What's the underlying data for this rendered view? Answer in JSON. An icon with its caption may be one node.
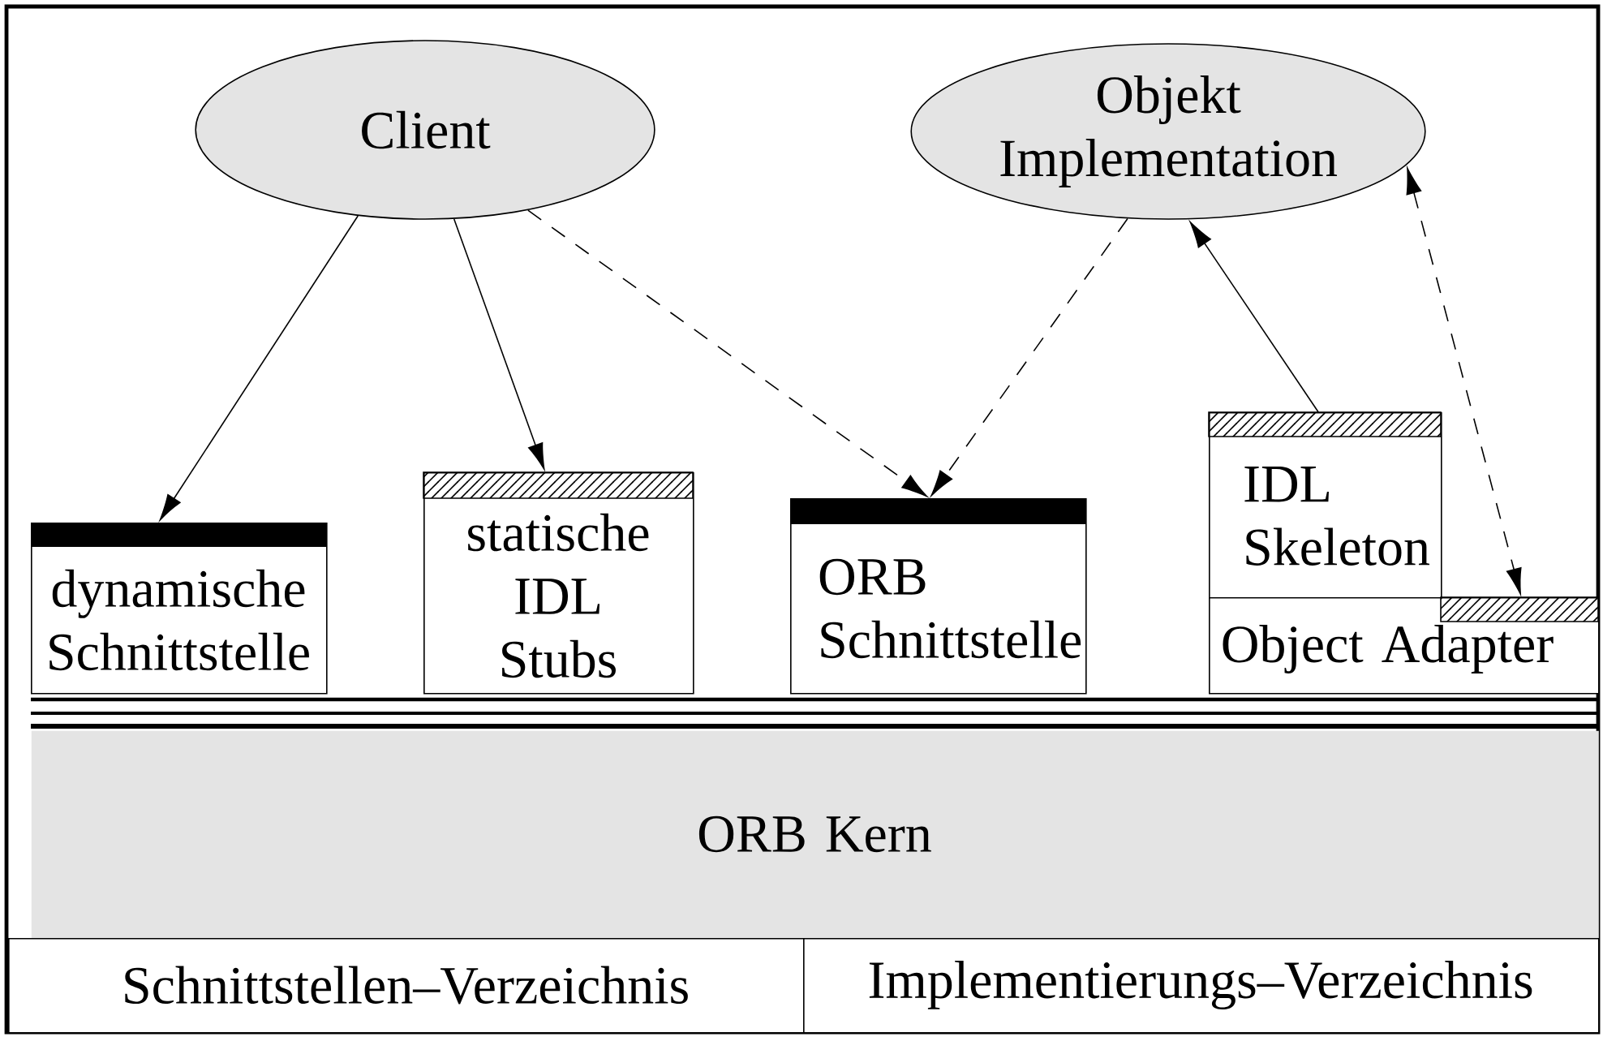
{
  "diagram": {
    "nodes": [
      {
        "text": [
          "Client"
        ]
      },
      {
        "text": [
          "Objekt Implementation"
        ]
      },
      {
        "text": [
          "dynamische Schnittstelle"
        ]
      },
      {
        "text": [
          "statische IDL Stubs"
        ]
      },
      {
        "text": [
          "ORB Schnittstelle"
        ]
      },
      {
        "text": [
          "IDL Skeleton"
        ]
      },
      {
        "text": [
          "Object Adapter"
        ]
      },
      {
        "text": [
          "ORB Kern"
        ]
      },
      {
        "text": [
          "Schnittstellen–Verzeichnis"
        ]
      },
      {
        "text": [
          "Implementierungs–Verzeichnis"
        ]
      }
    ],
    "edges": [
      {
        "from": 0,
        "to": 2,
        "arrow": "to"
      },
      {
        "from": 0,
        "to": 3,
        "arrow": "to"
      },
      {
        "from": 0,
        "to": 4,
        "arrow": "to",
        "style": "dashed"
      },
      {
        "from": 1,
        "to": 4,
        "arrow": "to",
        "style": "dashed"
      },
      {
        "from": 5,
        "to": 1,
        "arrow": "to"
      },
      {
        "from": 1,
        "to": 6,
        "arrow": "both",
        "style": "dashed"
      }
    ]
  }
}
